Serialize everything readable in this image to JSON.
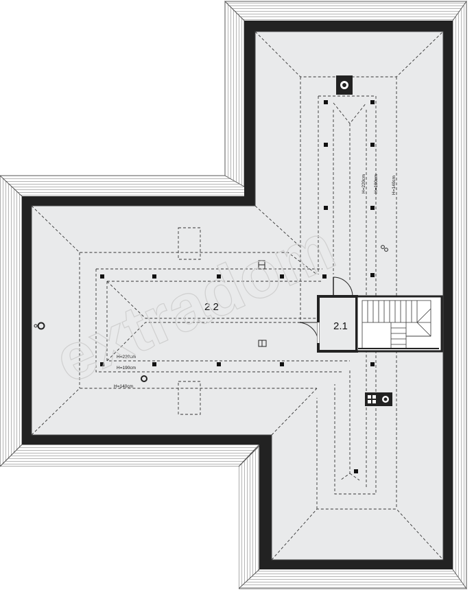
{
  "rooms": {
    "r21": "2.1",
    "r22": "2.2"
  },
  "heights": {
    "h220": "H=220cm",
    "h190": "H=190cm",
    "h140": "H=140cm"
  },
  "watermark": "extradom",
  "colors": {
    "wall": "#222222",
    "floor": "#e9eaeb",
    "roof_edge": "#555555",
    "dash": "#333333"
  }
}
